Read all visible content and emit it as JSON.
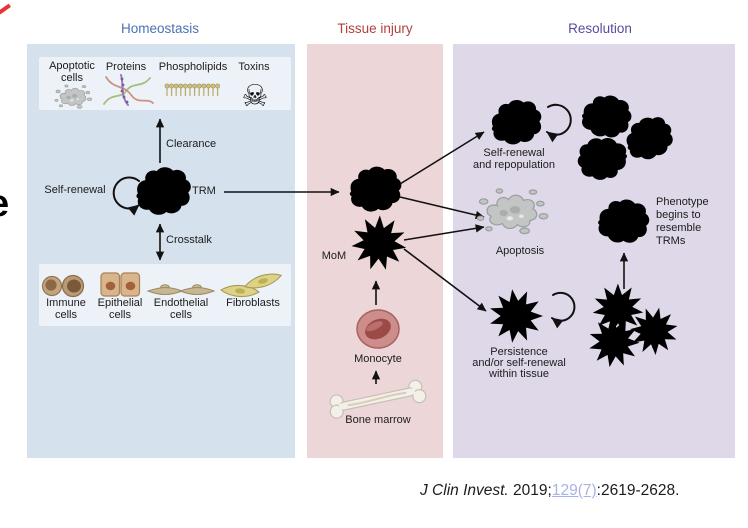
{
  "figure": {
    "edge_letter": "e",
    "headers": {
      "homeostasis": "Homeostasis",
      "tissue_injury": "Tissue injury",
      "resolution": "Resolution"
    },
    "homeostasis": {
      "stimuli": {
        "apoptotic_cells": "Apoptotic\ncells",
        "proteins": "Proteins",
        "phospholipids": "Phospholipids",
        "toxins": "Toxins",
        "toxins_glyph": "☠"
      },
      "clearance": "Clearance",
      "self_renewal": "Self-renewal",
      "trm": "TRM",
      "crosstalk": "Crosstalk",
      "tissue_cells": {
        "immune": "Immune\ncells",
        "epithelial": "Epithelial\ncells",
        "endothelial": "Endothelial\ncells",
        "fibroblasts": "Fibroblasts"
      }
    },
    "tissue_injury": {
      "mom": "MoM",
      "monocyte": "Monocyte",
      "bone_marrow": "Bone marrow"
    },
    "resolution": {
      "self_renewal_repopulation": "Self-renewal\nand repopulation",
      "apoptosis": "Apoptosis",
      "phenotype": "Phenotype\nbegins to\nresemble\nTRMs",
      "persistence": "Persistence\nand/or self-renewal\nwithin tissue"
    }
  },
  "citation": {
    "journal": "J Clin Invest.",
    "year_prefix": " 2019;",
    "volume_link": "129(7)",
    "pages_suffix": ":2619-2628."
  },
  "colors": {
    "homeostasis_header": "#4a72b4",
    "tissue_injury_header": "#b0413d",
    "resolution_header": "#5c4a9e",
    "homeostasis_panel": "#d5e1ec",
    "tissue_injury_panel": "#ecd6d8",
    "resolution_panel": "#ded8e8",
    "citation_link": "#a9b2e5"
  }
}
